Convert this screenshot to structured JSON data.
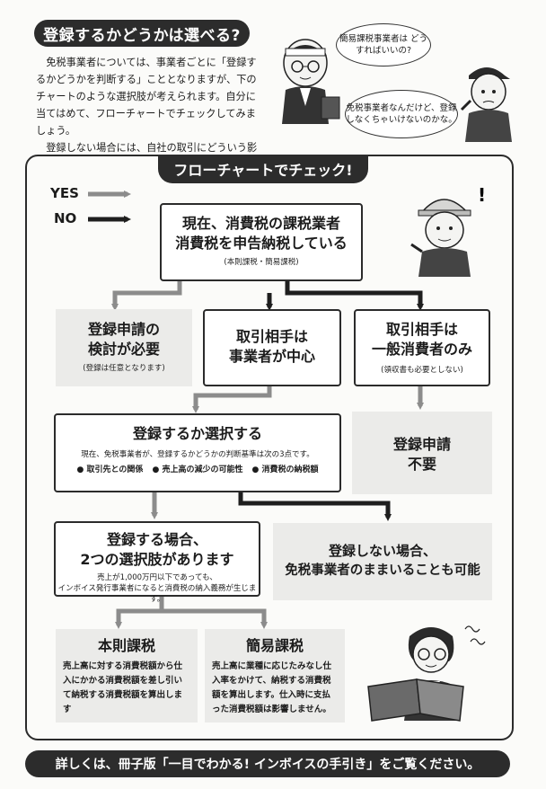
{
  "header": {
    "title": "登録するかどうかは選べる?"
  },
  "intro": {
    "p1": "免税事業者については、事業者ごとに「登録するかどうかを判断する」こととなりますが、下のチャートのような選択肢が考えられます。自分に当てはめて、フローチャートでチェックしてみましょう。",
    "p2": "登録しない場合には、自社の取引にどういう影響があるか、あらかじめ考えておく必要があります。"
  },
  "bubbles": {
    "top": "簡易課税事業者は どうすればいいの?",
    "bottom": "免税事業者なんだけど、登録しなくちゃいけないのかな。"
  },
  "flowchart": {
    "title": "フローチャートでチェック!",
    "legend_yes": "YES",
    "legend_no": "NO",
    "start": {
      "line1": "現在、消費税の課税業者",
      "line2": "消費税を申告納税している",
      "note": "(本則課税・簡易課税)"
    },
    "yes_result": {
      "line1": "登録申請の",
      "line2": "検討が必要",
      "note": "(登録は任意となります)"
    },
    "business": {
      "line1": "取引相手は",
      "line2": "事業者が中心"
    },
    "consumer": {
      "line1": "取引相手は",
      "line2": "一般消費者のみ",
      "note": "(領収書も必要としない)"
    },
    "not_needed": {
      "line1": "登録申請",
      "line2": "不要"
    },
    "select": {
      "title": "登録するか選択する",
      "note": "現在、免税事業者が、登録するかどうかの判断基準は次の3点です。",
      "criteria": [
        "取引先との関係",
        "売上高の減少の可能性",
        "消費税の納税額"
      ]
    },
    "register": {
      "line1": "登録する場合、",
      "line2": "2つの選択肢があります",
      "note1": "売上が1,000万円以下であっても、",
      "note2": "インボイス発行事業者になると消費税の納入義務が生じます。"
    },
    "not_register": {
      "line1": "登録しない場合、",
      "line2": "免税事業者のままいることも可能"
    },
    "honsoku": {
      "title": "本則課税",
      "body": "売上高に対する消費税額から仕入にかかる消費税額を差し引いて納税する消費税額を算出します"
    },
    "kani": {
      "title": "簡易課税",
      "body": "売上高に業種に応じたみなし仕入率をかけて、納税する消費税額を算出します。仕入時に支払った消費税額は影響しません。"
    }
  },
  "footer": {
    "text": "詳しくは、冊子版「一目でわかる! インボイスの手引き」をご覧ください。"
  },
  "colors": {
    "yes_arrow": "#8c8c8c",
    "no_arrow": "#1e1e1e",
    "dark": "#2c2c2c",
    "shade": "#ebebe9"
  }
}
